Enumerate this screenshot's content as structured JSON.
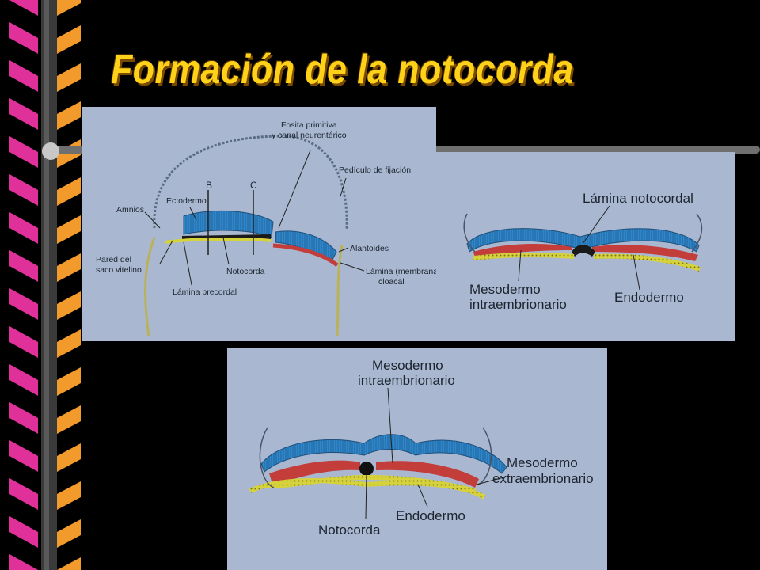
{
  "slide": {
    "title": "Formación de la notocorda",
    "title_color": "#ffd21a",
    "background_color": "#000000",
    "decoration_colors": [
      "#e0309a",
      "#f39a2c"
    ]
  },
  "figure_a": {
    "labels": {
      "fosita": "Fosita primitiva",
      "canal": "y canal neurentérico",
      "pediculo": "Pedículo de fijación",
      "b": "B",
      "c": "C",
      "ectodermo": "Ectodermo",
      "amnios": "Amnios",
      "alantoides": "Alantoides",
      "pared1": "Pared del",
      "pared2": "saco vitelino",
      "notocorda": "Notocorda",
      "lamina_precordal": "Lámina precordal",
      "lamina_cloacal1": "Lámina (membrana)",
      "lamina_cloacal2": "cloacal"
    }
  },
  "figure_b": {
    "labels": {
      "lamina_notocordal": "Lámina notocordal",
      "mesodermo1": "Mesodermo",
      "mesodermo2": "intraembrionario",
      "endodermo": "Endodermo"
    }
  },
  "figure_c": {
    "labels": {
      "mesodermo_intra1": "Mesodermo",
      "mesodermo_intra2": "intraembrionario",
      "mesodermo_extra1": "Mesodermo",
      "mesodermo_extra2": "extraembrionario",
      "notocorda": "Notocorda",
      "endodermo": "Endodermo"
    }
  }
}
